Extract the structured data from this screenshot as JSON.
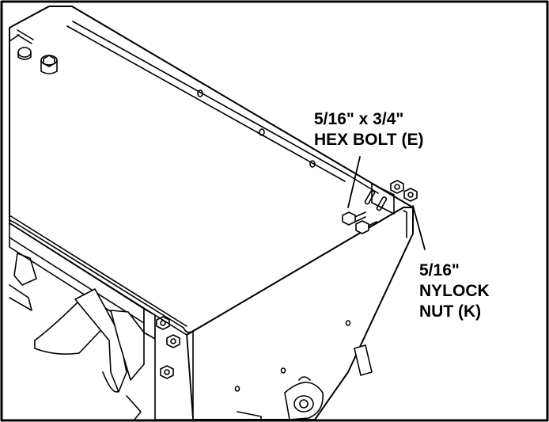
{
  "diagram": {
    "line_color": "#000000",
    "background": "#ffffff",
    "callouts": {
      "hex_bolt": {
        "line1": "5/16\" x 3/4\"",
        "line2": "HEX BOLT (E)"
      },
      "nylock_nut": {
        "line1": "5/16\"",
        "line2": "NYLOCK",
        "line3": "NUT (K)"
      }
    }
  }
}
